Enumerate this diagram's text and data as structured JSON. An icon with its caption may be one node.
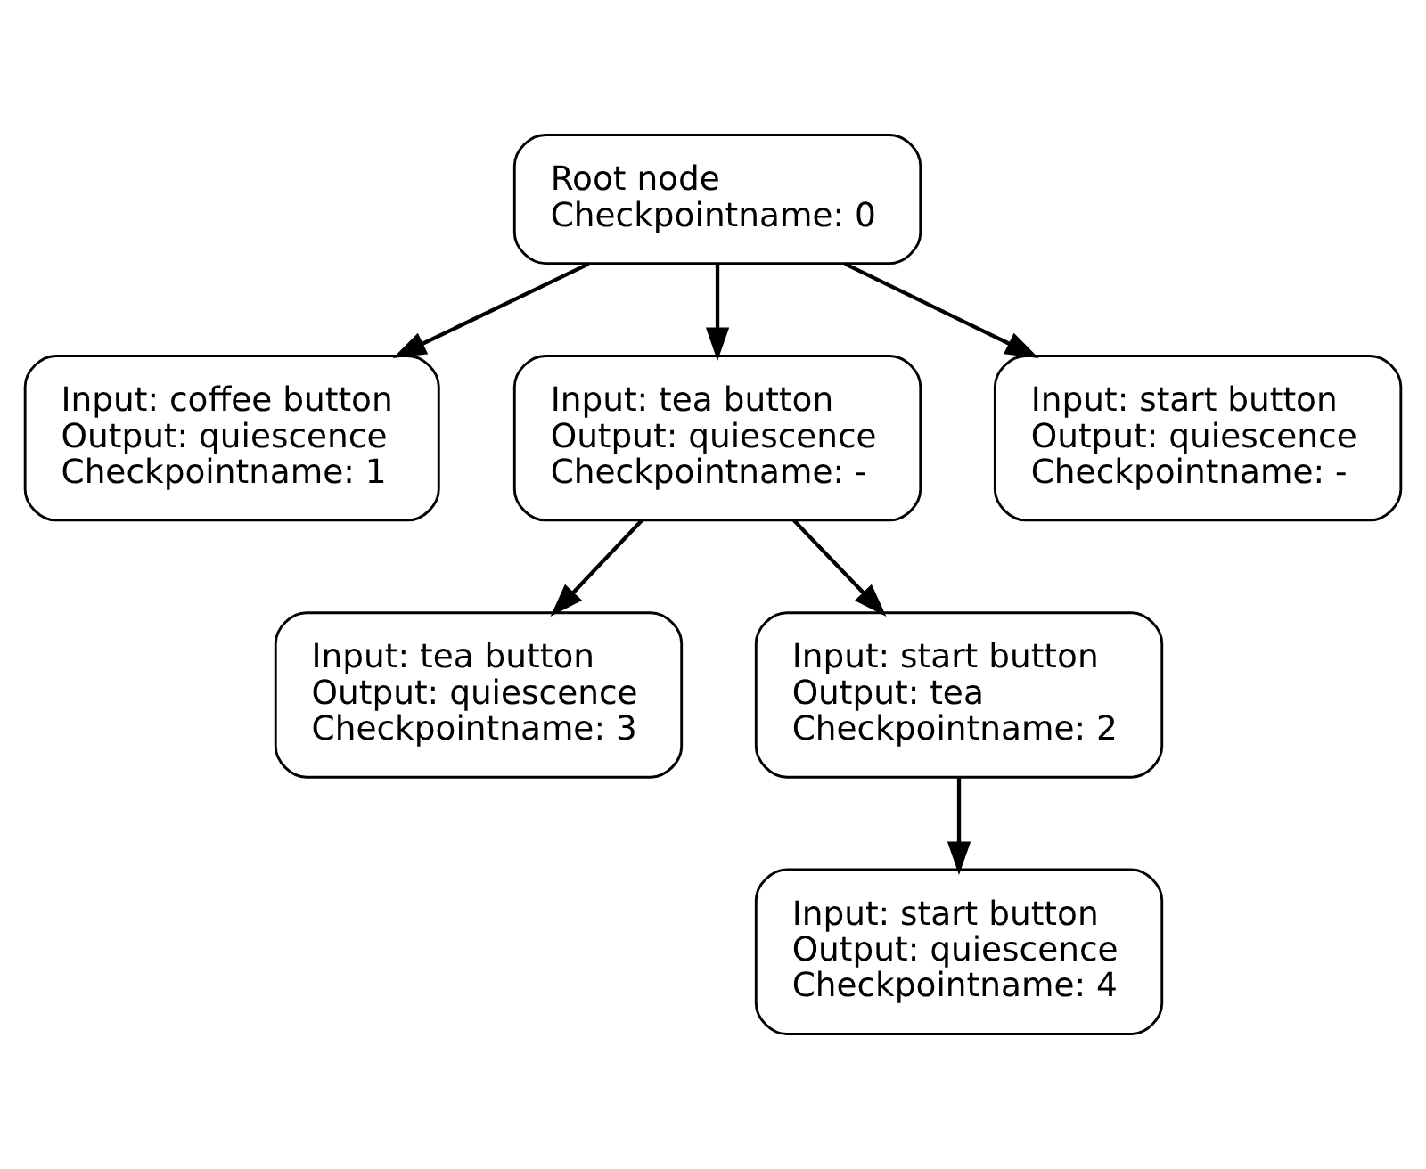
{
  "diagram": {
    "nodes": [
      {
        "text": [
          "Root node",
          "Checkpointname: 0"
        ]
      },
      {
        "text": [
          "Input: coffee button",
          "Output: quiescence",
          "Checkpointname: 1"
        ]
      },
      {
        "text": [
          "Input: tea button",
          "Output: quiescence",
          "Checkpointname: -"
        ]
      },
      {
        "text": [
          "Input: start button",
          "Output: quiescence",
          "Checkpointname: -"
        ]
      },
      {
        "text": [
          "Input: tea button",
          "Output: quiescence",
          "Checkpointname: 3"
        ]
      },
      {
        "text": [
          "Input: start button",
          "Output: tea",
          "Checkpointname: 2"
        ]
      },
      {
        "text": [
          "Input: start button",
          "Output: quiescence",
          "Checkpointname: 4"
        ]
      }
    ],
    "edges": [
      {
        "from": 0,
        "to": 1,
        "arrow": "to"
      },
      {
        "from": 0,
        "to": 2,
        "arrow": "to"
      },
      {
        "from": 0,
        "to": 3,
        "arrow": "to"
      },
      {
        "from": 2,
        "to": 4,
        "arrow": "to"
      },
      {
        "from": 2,
        "to": 5,
        "arrow": "to"
      },
      {
        "from": 5,
        "to": 6,
        "arrow": "to"
      }
    ]
  }
}
